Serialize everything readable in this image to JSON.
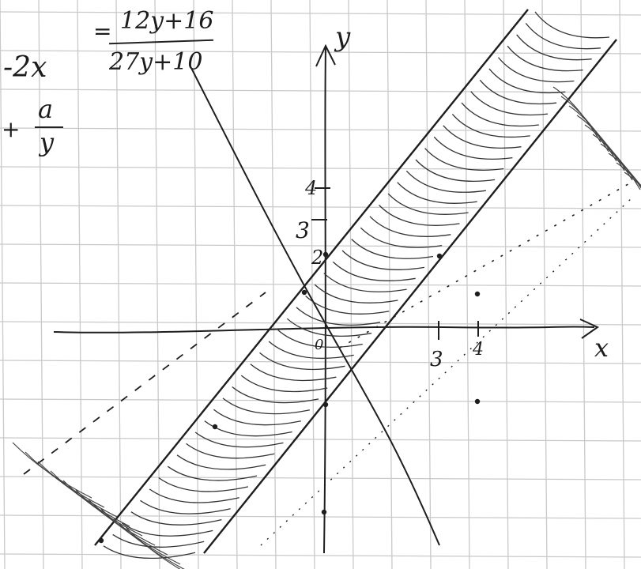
{
  "margin_notes": {
    "left_top": "-2x",
    "left_frac_prefix": "+",
    "left_frac_num": "a",
    "left_frac_den": "y"
  },
  "formula": {
    "prefix": "=",
    "numerator": "12y+16",
    "denominator": "27y+10"
  },
  "axes": {
    "x_label": "x",
    "y_label": "y"
  },
  "ticks": {
    "x": [
      "3",
      "4"
    ],
    "y": [
      "4",
      "3",
      "2"
    ],
    "origin": "0"
  },
  "colors": {
    "paper": "#ffffff",
    "grid": "#c9c9c9",
    "ink": "#1e1e1e"
  }
}
